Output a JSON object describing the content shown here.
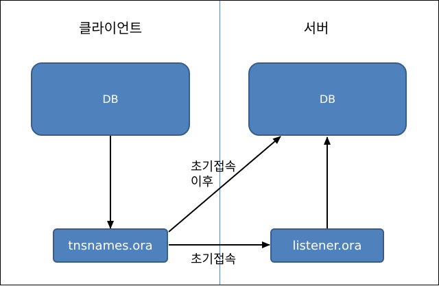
{
  "headers": {
    "client": "클라이언트",
    "server": "서버"
  },
  "nodes": {
    "client_db": "DB",
    "server_db": "DB",
    "tnsnames": "tnsnames.ora",
    "listener": "listener.ora"
  },
  "edges": {
    "initial_after_line1": "초기접속",
    "initial_after_line2": "이후",
    "initial": "초기접속"
  },
  "colors": {
    "node_fill": "#4f81bd",
    "node_border": "#385d8a",
    "divider": "#5b84b8",
    "node_text": "#ffffff"
  }
}
